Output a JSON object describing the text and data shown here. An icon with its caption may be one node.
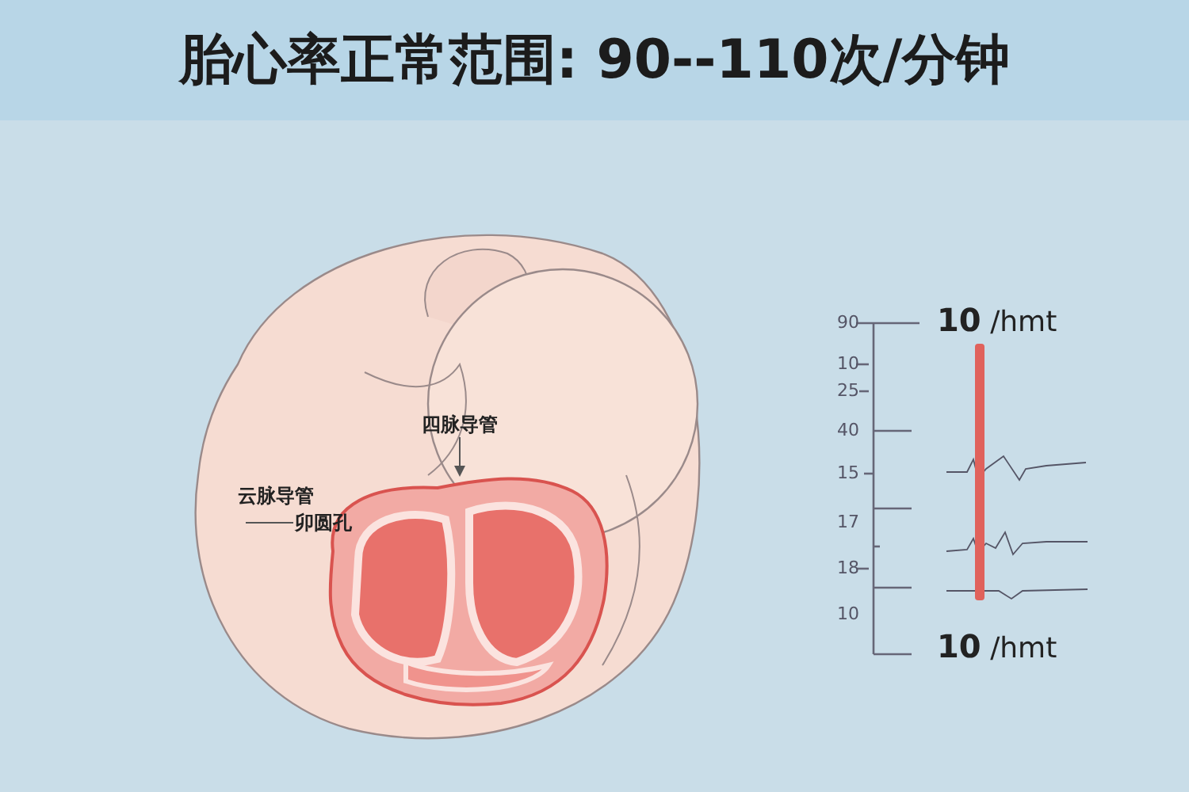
{
  "diagram": {
    "title": "胎心率正常范围: 90--110次/分钟",
    "nodes": [
      {
        "text": [
          "四脉导管"
        ]
      },
      {
        "text": [],
        "shape": "picture"
      },
      {
        "text": [
          "卯圆孔"
        ]
      }
    ],
    "edges": [
      {
        "from": 0,
        "to": 1,
        "arrow": "to"
      },
      {
        "from": 2,
        "to": null,
        "arrow": "none"
      }
    ],
    "labels": [
      "云脉导管",
      "90",
      "10",
      "25",
      "40",
      "15",
      "17",
      "18",
      "10",
      "10 /hmt",
      "10 /hmt"
    ]
  }
}
